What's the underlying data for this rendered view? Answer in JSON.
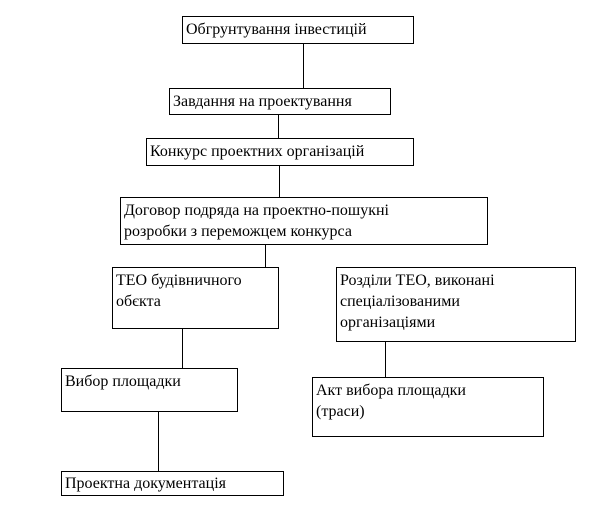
{
  "nodes": {
    "investment_justification": "Обгрунтування інвестицій",
    "design_assignment": "Завдання на проектування",
    "design_org_competition": "Конкурс проектних організацій",
    "design_contract": "Договор подряда на проектно-пошукні\nрозробки з переможцем конкурса",
    "building_feasibility": "ТЕО будівничного\nобєкта",
    "specialized_feasibility": "Розділи ТЕО, виконані\nспеціалізованими\nорганізаціями",
    "site_selection": "Вибор площадки",
    "site_selection_act": "Акт вибора площадки\n(траси)",
    "project_documentation": "Проектна документація"
  }
}
